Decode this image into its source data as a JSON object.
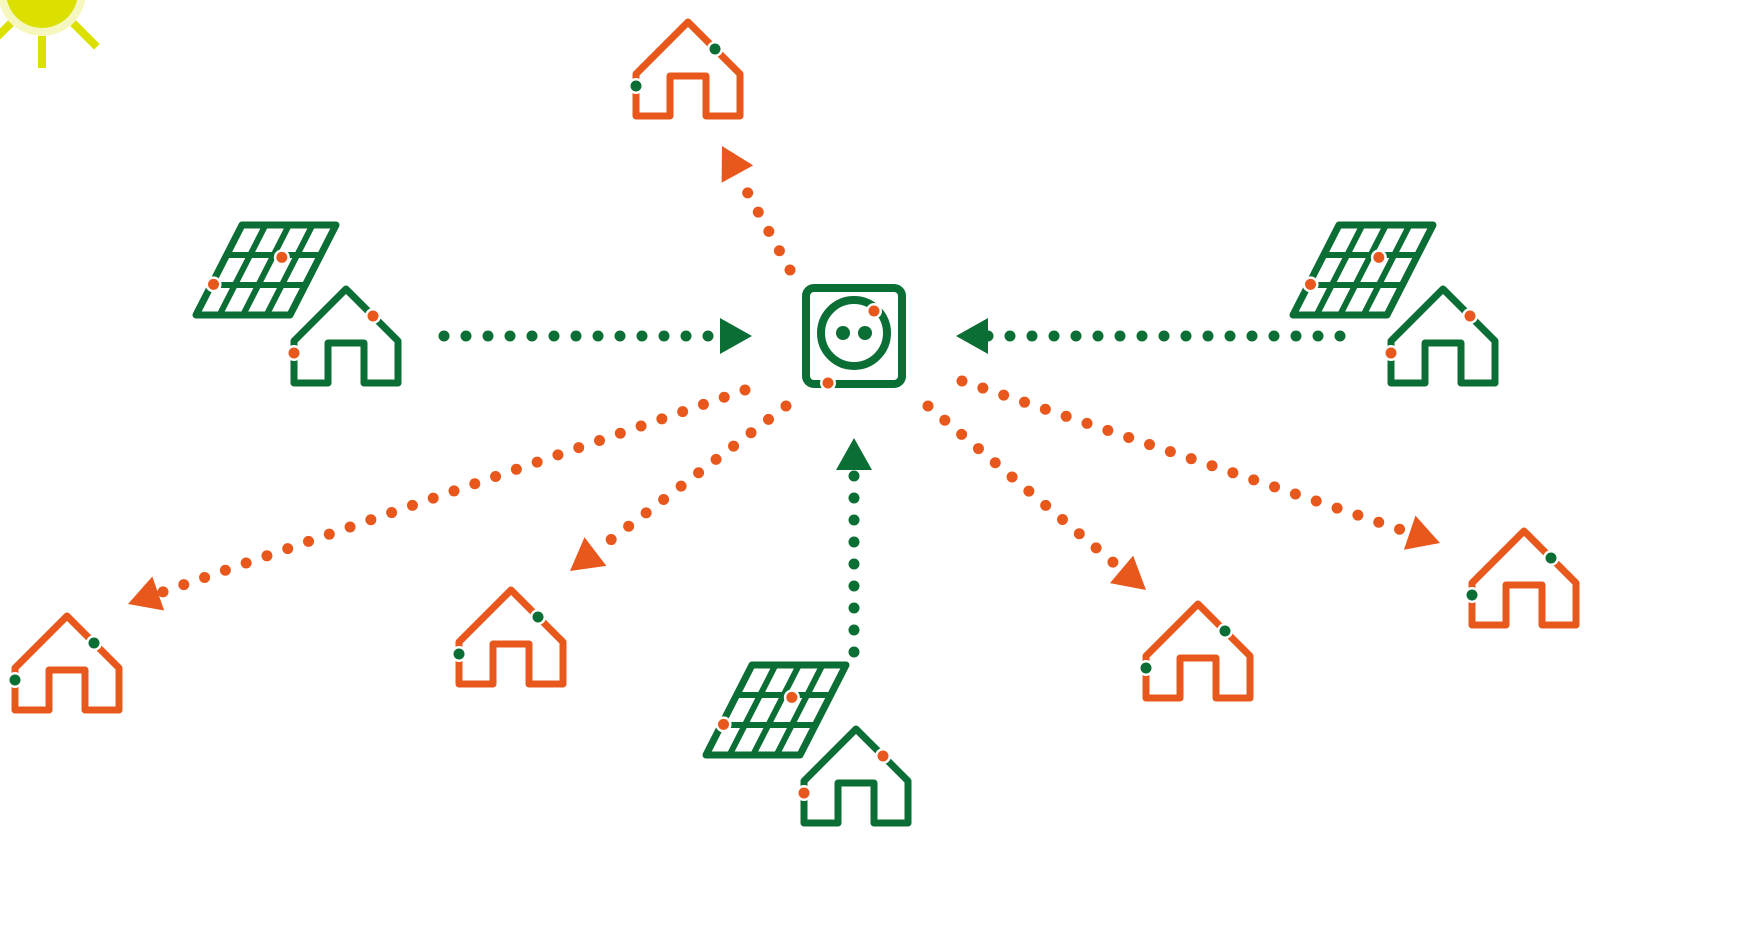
{
  "colors": {
    "producer": "#0b6e35",
    "consumer": "#e8581c",
    "sun": "#dce000",
    "background": "#ffffff"
  },
  "nodes": [
    {
      "id": "sun",
      "kind": "sun",
      "icon": "sun-icon"
    },
    {
      "id": "socket",
      "kind": "grid-socket",
      "icon": "power-socket-icon"
    },
    {
      "id": "solar-house-left",
      "kind": "solar-house",
      "icon": "solar-house-icon"
    },
    {
      "id": "solar-house-right",
      "kind": "solar-house",
      "icon": "solar-house-icon"
    },
    {
      "id": "solar-house-bottom",
      "kind": "solar-house",
      "icon": "solar-house-icon"
    },
    {
      "id": "house-top",
      "kind": "consumer-house",
      "icon": "house-icon"
    },
    {
      "id": "house-far-left",
      "kind": "consumer-house",
      "icon": "house-icon"
    },
    {
      "id": "house-mid-left",
      "kind": "consumer-house",
      "icon": "house-icon"
    },
    {
      "id": "house-mid-right",
      "kind": "consumer-house",
      "icon": "house-icon"
    },
    {
      "id": "house-far-right",
      "kind": "consumer-house",
      "icon": "house-icon"
    }
  ],
  "flows": [
    {
      "from": "solar-house-left",
      "to": "socket",
      "type": "supply"
    },
    {
      "from": "solar-house-right",
      "to": "socket",
      "type": "supply"
    },
    {
      "from": "solar-house-bottom",
      "to": "socket",
      "type": "supply"
    },
    {
      "from": "socket",
      "to": "house-top",
      "type": "delivery"
    },
    {
      "from": "socket",
      "to": "house-far-left",
      "type": "delivery"
    },
    {
      "from": "socket",
      "to": "house-mid-left",
      "type": "delivery"
    },
    {
      "from": "socket",
      "to": "house-mid-right",
      "type": "delivery"
    },
    {
      "from": "socket",
      "to": "house-far-right",
      "type": "delivery"
    }
  ]
}
